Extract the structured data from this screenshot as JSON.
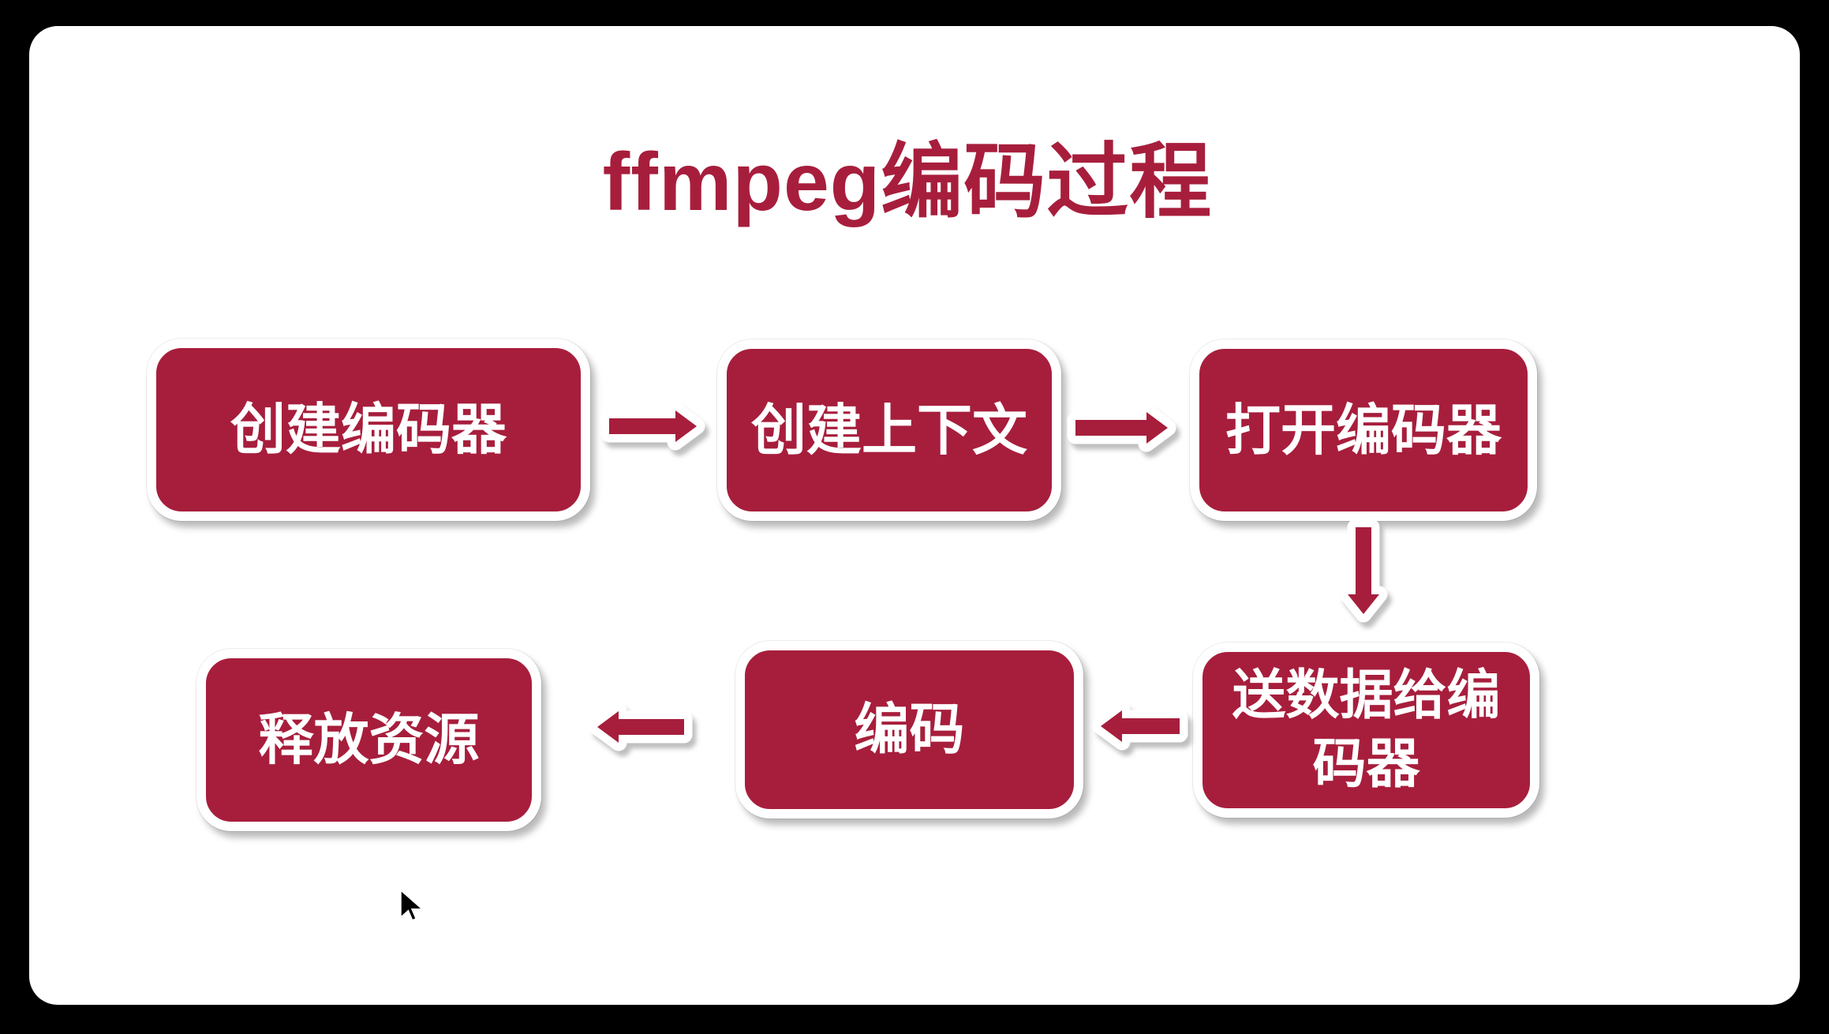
{
  "title": "ffmpeg编码过程",
  "colors": {
    "accent_red": "#A71E3C",
    "frame_background": "#000000",
    "slide_background": "#FFFFFF",
    "node_text": "#FFFFFF"
  },
  "nodes": [
    {
      "id": "create-encoder",
      "label": "创建编码器"
    },
    {
      "id": "create-context",
      "label": "创建上下文"
    },
    {
      "id": "open-encoder",
      "label": "打开编码器"
    },
    {
      "id": "send-data",
      "label": "送数据给编码器"
    },
    {
      "id": "encode",
      "label": "编码"
    },
    {
      "id": "release",
      "label": "释放资源"
    }
  ],
  "arrows": [
    {
      "from": "create-encoder",
      "to": "create-context",
      "direction": "right"
    },
    {
      "from": "create-context",
      "to": "open-encoder",
      "direction": "right"
    },
    {
      "from": "open-encoder",
      "to": "send-data",
      "direction": "down"
    },
    {
      "from": "send-data",
      "to": "encode",
      "direction": "left"
    },
    {
      "from": "encode",
      "to": "release",
      "direction": "left"
    }
  ]
}
